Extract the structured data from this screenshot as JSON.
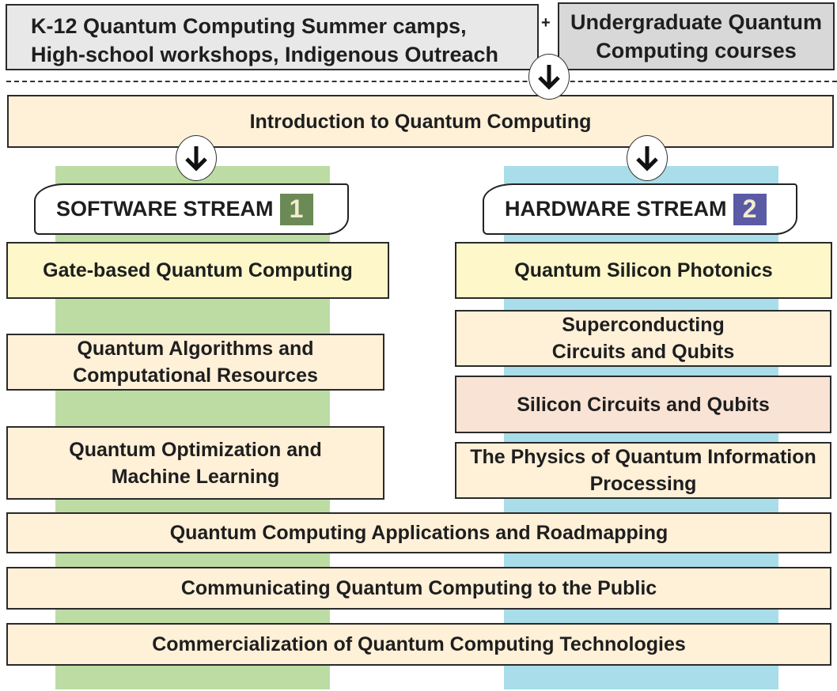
{
  "top": {
    "outreach": "K-12 Quantum Computing Summer camps, High-school workshops, Indigenous Outreach",
    "outreach_l1": "K-12 Quantum Computing Summer camps,",
    "outreach_l2": "High-school workshops, Indigenous Outreach",
    "plus": "+",
    "undergrad_l1": "Undergraduate Quantum",
    "undergrad_l2": "Computing courses"
  },
  "intro": "Introduction to Quantum Computing",
  "software": {
    "label": "SOFTWARE STREAM",
    "number": "1",
    "color": "#6b8a56",
    "column_color": "#bcdca4",
    "courses": [
      "Gate-based Quantum Computing",
      "Quantum Algorithms and Computational Resources",
      "Quantum Optimization and Machine Learning"
    ]
  },
  "hardware": {
    "label": "HARDWARE STREAM",
    "number": "2",
    "color": "#5b5aa5",
    "column_color": "#a9dde9",
    "courses": [
      "Quantum Silicon Photonics",
      "Superconducting Circuits and Qubits",
      "Silicon Circuits and Qubits",
      "The Physics of Quantum Information Processing"
    ]
  },
  "common": [
    "Quantum Computing Applications and Roadmapping",
    "Communicating Quantum Computing to the Public",
    "Commercialization of Quantum Computing Technologies"
  ]
}
